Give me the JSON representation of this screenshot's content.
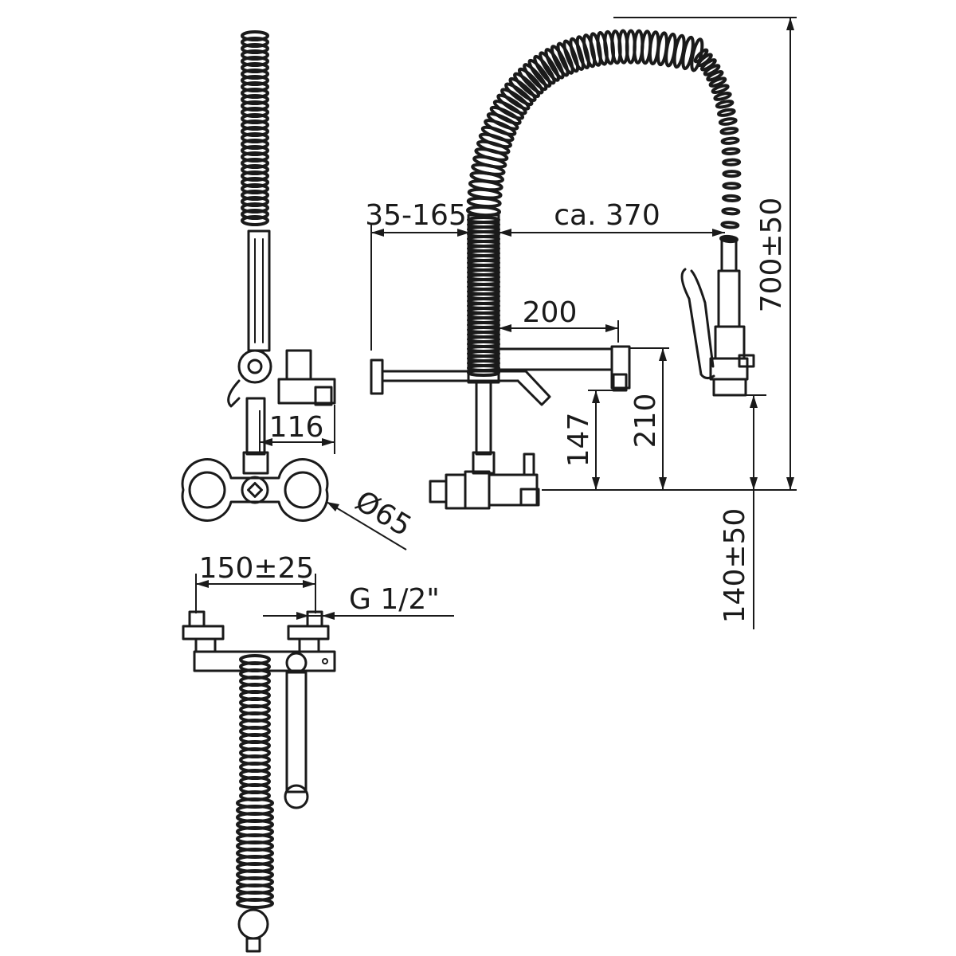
{
  "diagram": {
    "dimensions": {
      "diameter": "Ø65",
      "side_width": "116",
      "inlet_spacing": "150±25",
      "thread": "G 1/2\"",
      "wall_distance": "35-165",
      "hose_reach": "ca. 370",
      "spout_length": "200",
      "spout_height": "210",
      "outlet_height": "147",
      "total_height": "700±50",
      "mount_height": "140±50"
    },
    "colors": {
      "line": "#1a1a1a",
      "background": "#ffffff"
    }
  }
}
